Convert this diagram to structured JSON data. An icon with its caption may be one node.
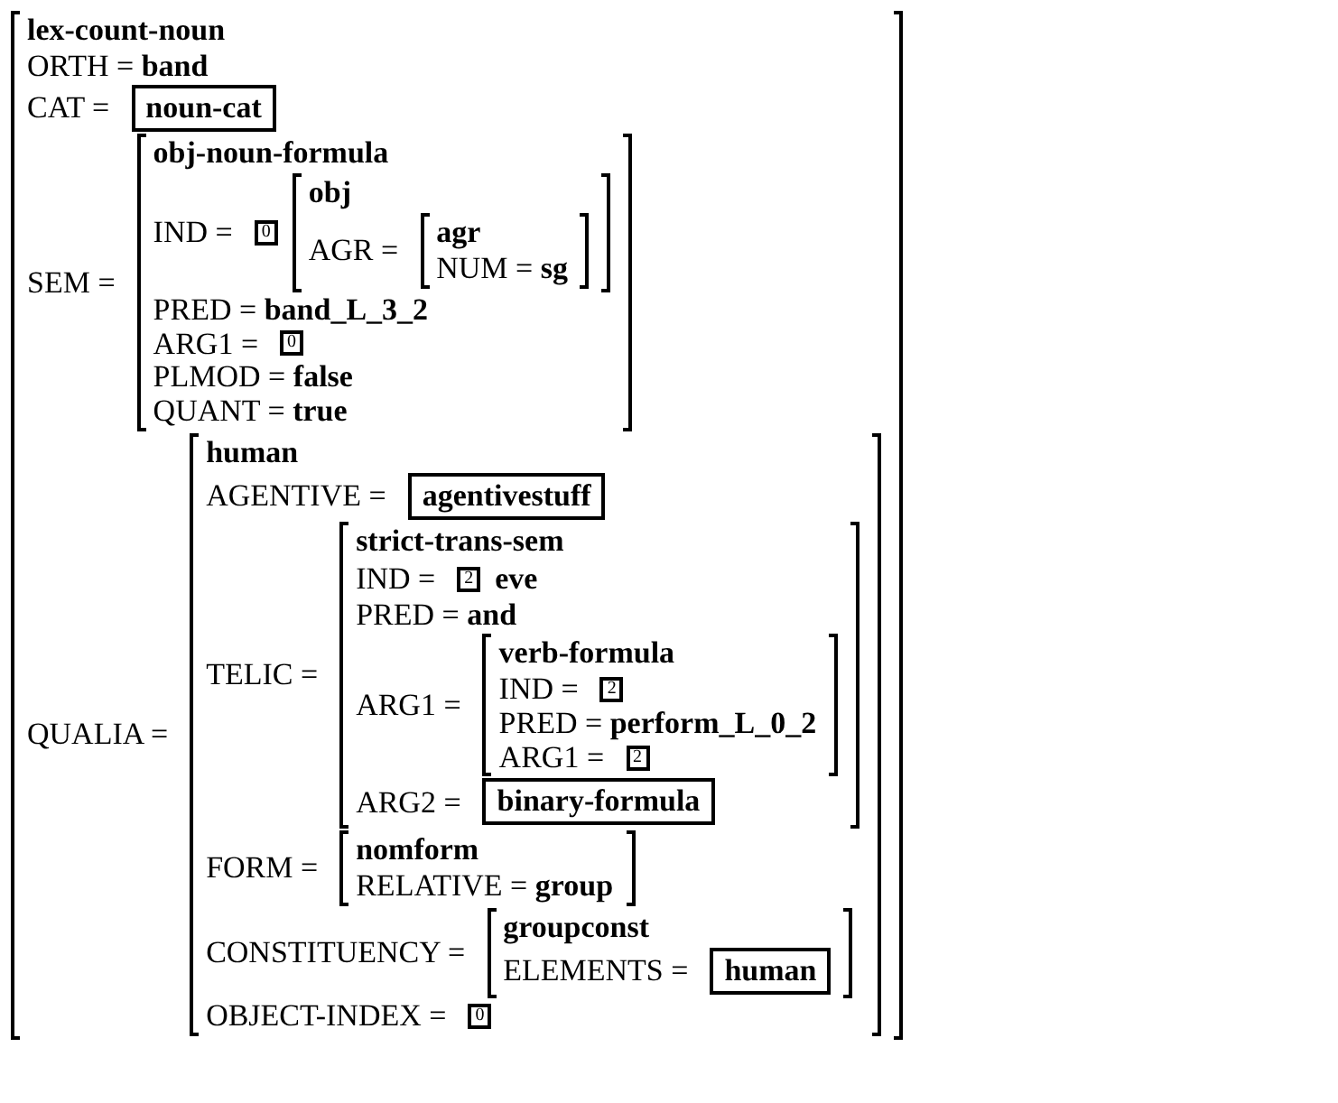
{
  "diagram": {
    "nodes": [
      {
        "text": [
          "lex-count-noun",
          "ORTH = **band**",
          "CAT =",
          "SEM =",
          "QUALIA ="
        ]
      },
      {
        "text": [
          "noun-cat"
        ],
        "in": 0
      },
      {
        "text": [
          "obj-noun-formula",
          "IND =",
          "PRED = **band_L_3_2**",
          "ARG1 =",
          "PLMOD = **false**",
          "QUANT = **true**"
        ],
        "in": 0
      },
      {
        "text": [
          "0"
        ],
        "in": 2
      },
      {
        "text": [
          "obj",
          "AGR ="
        ],
        "in": 2
      },
      {
        "text": [
          "agr",
          "NUM = **sg**"
        ],
        "in": 4
      },
      {
        "text": [
          "0"
        ],
        "in": 2
      },
      {
        "text": [
          "human",
          "AGENTIVE =",
          "TELIC =",
          "FORM =",
          "CONSTITUENCY =",
          "OBJECT-INDEX ="
        ],
        "in": 0
      },
      {
        "text": [
          "agentivestuff"
        ],
        "in": 7
      },
      {
        "text": [
          "strict-trans-sem",
          "IND =",
          "PRED = **and**",
          "ARG1 =",
          "ARG2 ="
        ],
        "in": 7
      },
      {
        "text": [
          "2"
        ],
        "beside": [
          "eve"
        ],
        "in": 9
      },
      {
        "text": [
          "verb-formula",
          "IND =",
          "PRED = **perform_L_0_2**",
          "ARG1 ="
        ],
        "in": 9
      },
      {
        "text": [
          "2"
        ],
        "in": 11
      },
      {
        "text": [
          "2"
        ],
        "in": 11
      },
      {
        "text": [
          "binary-formula"
        ],
        "in": 9
      },
      {
        "text": [
          "nomform",
          "RELATIVE = **group**"
        ],
        "in": 7
      },
      {
        "text": [
          "groupconst",
          "ELEMENTS ="
        ],
        "in": 7
      },
      {
        "text": [
          "human"
        ],
        "in": 16
      },
      {
        "text": [
          "0"
        ],
        "in": 7
      }
    ]
  }
}
